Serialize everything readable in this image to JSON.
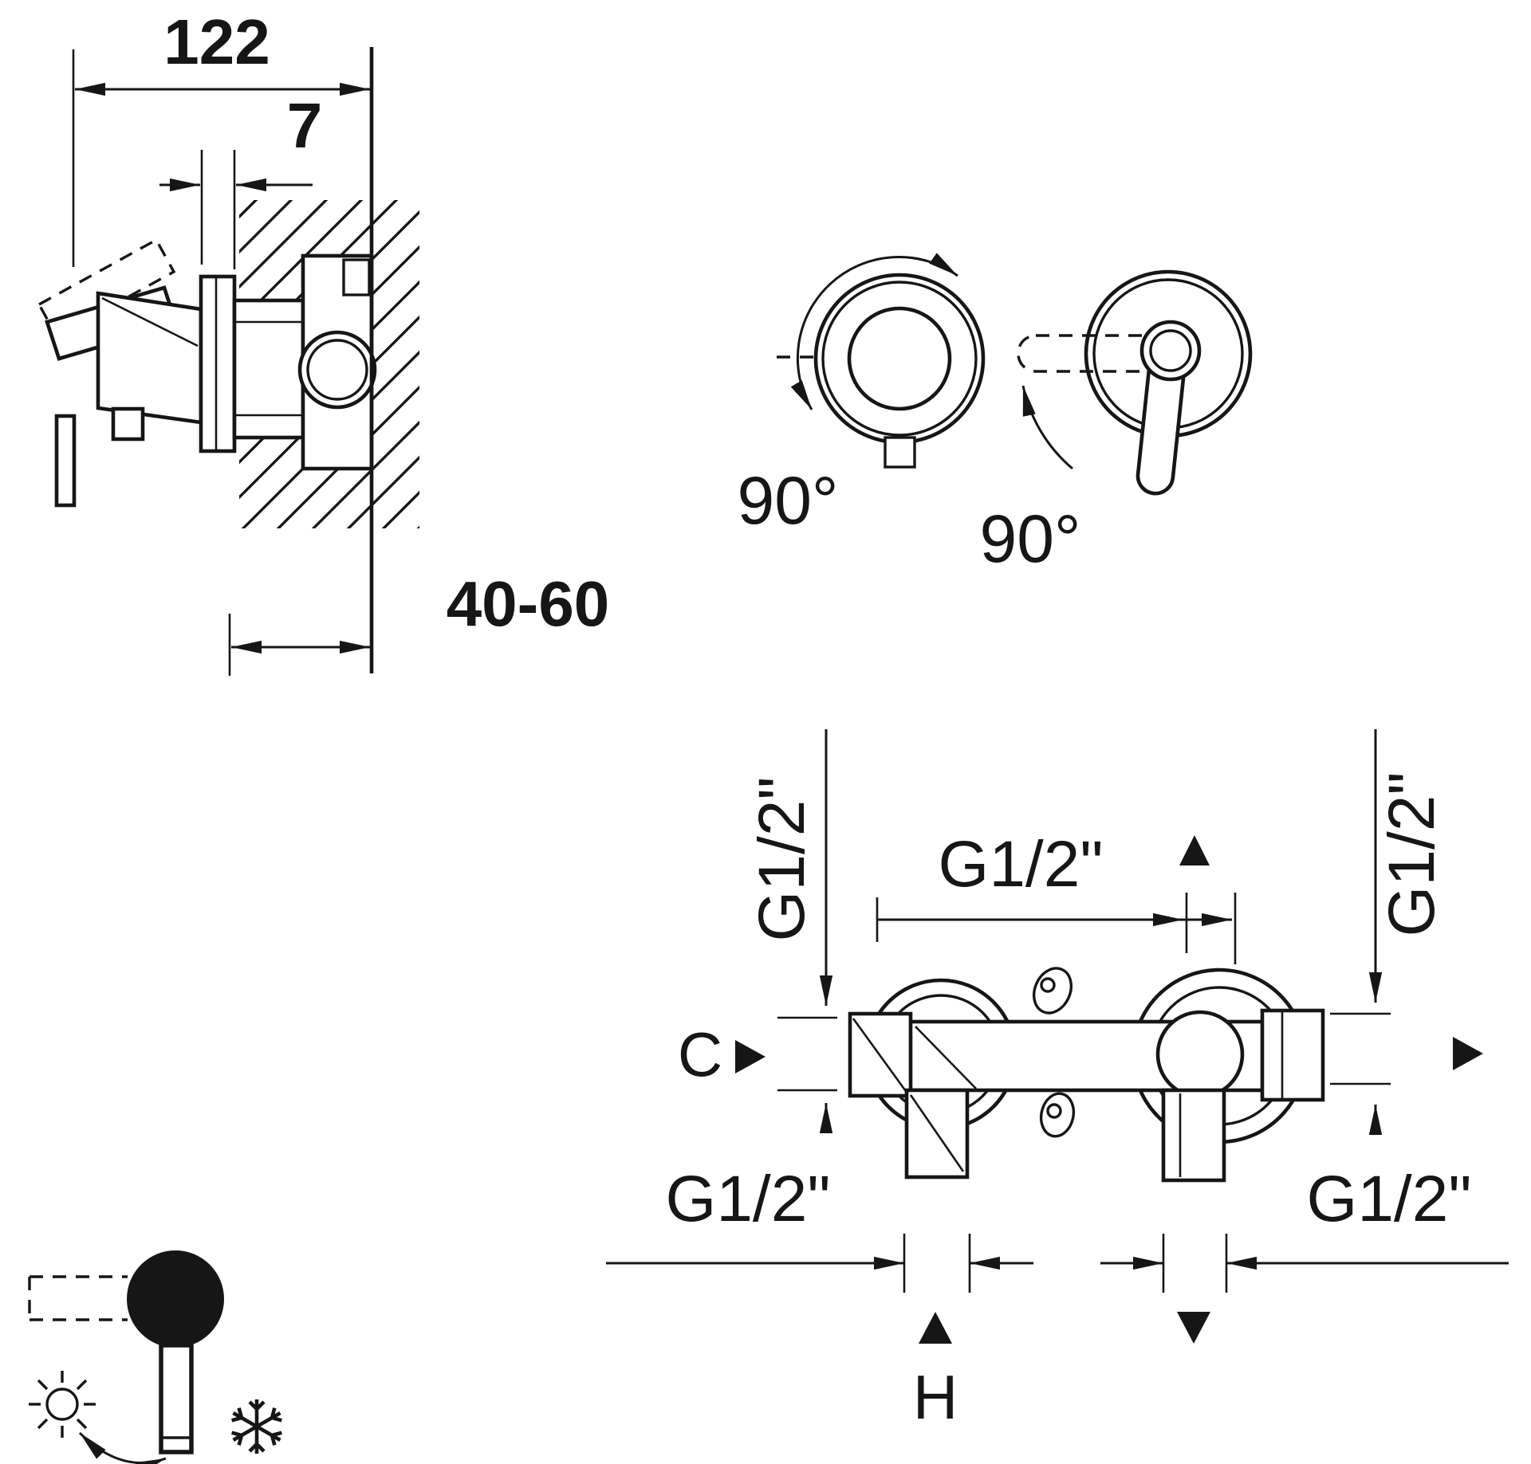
{
  "diagram": {
    "type": "technical-drawing",
    "subject": "concealed single-lever shower mixer installation drawing",
    "colors": {
      "line": "#161616",
      "dim_text": "#6b1a10",
      "label_text": "#161616",
      "background": "#ffffff"
    },
    "side_view": {
      "dim_width_mm": "122",
      "dim_plate_mm": "7",
      "dim_depth_mm": "40-60"
    },
    "rotation_view": {
      "handle_angle": "90°",
      "lever_angle": "90°"
    },
    "front_view": {
      "thread_side_left": "G1/2\"",
      "thread_top": "G1/2\"",
      "thread_side_right": "G1/2\"",
      "thread_bottom_left": "G1/2\"",
      "thread_bottom_right": "G1/2\"",
      "dim_center_label": "C",
      "dim_height_label": "H"
    }
  }
}
